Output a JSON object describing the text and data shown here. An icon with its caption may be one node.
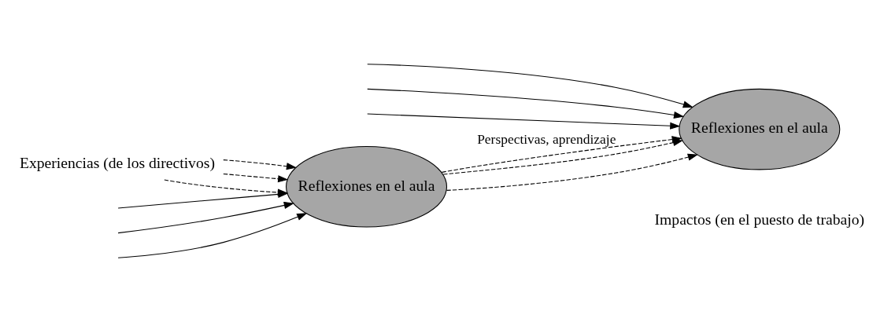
{
  "diagram": {
    "nodes": [
      {
        "text": [
          "Reflexiones en el aula"
        ]
      },
      {
        "text": [
          "Reflexiones en el aula"
        ]
      },
      {
        "text": [
          "Experiencias (de los directivos)"
        ]
      }
    ],
    "edges": [
      {
        "from": null,
        "to": 0,
        "arrow": "to"
      },
      {
        "from": null,
        "to": 0,
        "arrow": "to"
      },
      {
        "from": null,
        "to": 0,
        "arrow": "to"
      },
      {
        "from": 2,
        "to": 0,
        "arrow": "to",
        "style": "dashed"
      },
      {
        "from": 2,
        "to": 0,
        "arrow": "to",
        "style": "dashed"
      },
      {
        "from": 2,
        "to": 0,
        "arrow": "to",
        "style": "dashed"
      },
      {
        "from": 0,
        "to": 1,
        "arrow": "to",
        "style": "dashed",
        "label": "Perspectivas, aprendizaje"
      },
      {
        "from": 0,
        "to": 1,
        "arrow": "to",
        "style": "dashed"
      },
      {
        "from": 0,
        "to": 1,
        "arrow": "to",
        "style": "dashed"
      },
      {
        "from": null,
        "to": 1,
        "arrow": "to"
      },
      {
        "from": null,
        "to": 1,
        "arrow": "to"
      },
      {
        "from": null,
        "to": 1,
        "arrow": "to"
      }
    ],
    "labels": [
      "Impactos (en el puesto de trabajo)"
    ]
  }
}
